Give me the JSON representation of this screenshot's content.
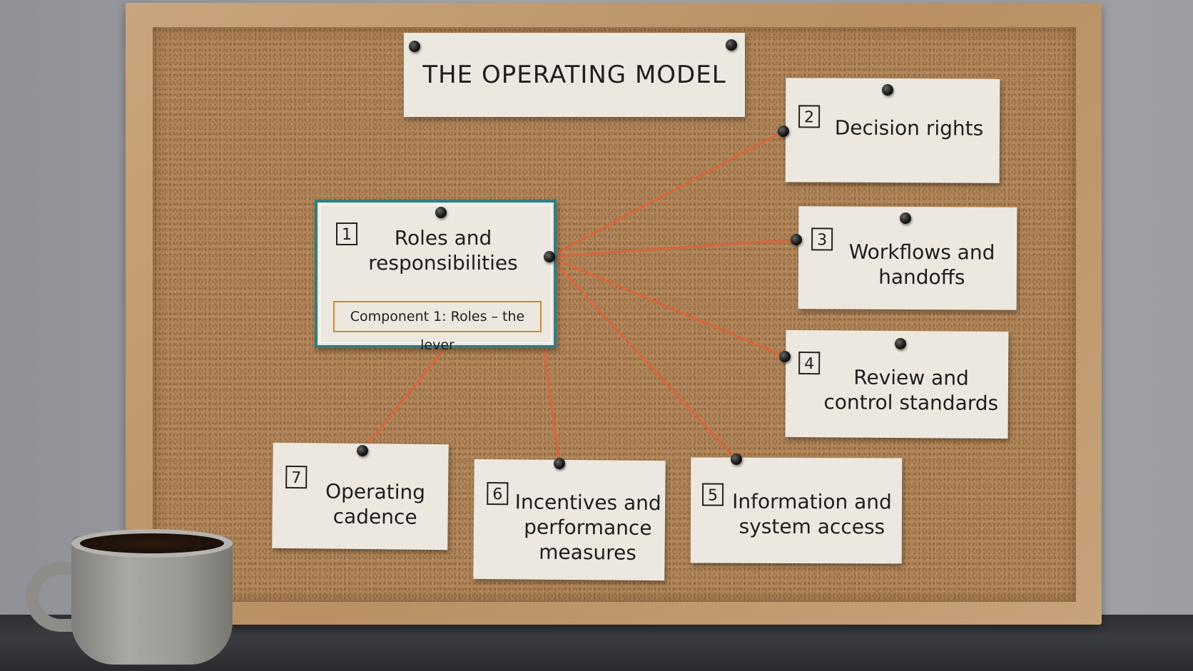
{
  "title": "THE OPERATING MODEL",
  "cards": [
    {
      "number": "1",
      "label": "Roles and\nresponsibilities",
      "tag": "Component 1: Roles – the lever"
    },
    {
      "number": "2",
      "label": "Decision rights"
    },
    {
      "number": "3",
      "label": "Workflows and\nhandoffs"
    },
    {
      "number": "4",
      "label": "Review and\ncontrol standards"
    },
    {
      "number": "5",
      "label": "Information and\nsystem access"
    },
    {
      "number": "6",
      "label": "Incentives and\nperformance\nmeasures"
    },
    {
      "number": "7",
      "label": "Operating\ncadence"
    }
  ],
  "colors": {
    "string": "#d2683f",
    "highlight_border": "#2f7f86",
    "tag_border": "#d0872f",
    "card": "#ece8e0",
    "cork": "#b2865a"
  }
}
